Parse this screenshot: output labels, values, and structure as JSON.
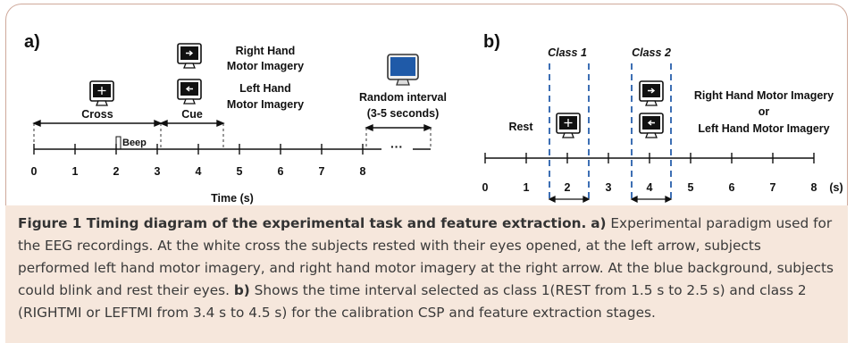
{
  "panel_a": {
    "label": "a)",
    "events": {
      "right_hand": "Right Hand\nMotor Imagery",
      "left_hand": "Left Hand\nMotor Imagery",
      "random_interval": "Random interval\n(3-5 seconds)",
      "cross": "Cross",
      "cue": "Cue",
      "beep": "Beep",
      "ellipsis": "···"
    },
    "ticks": [
      "0",
      "1",
      "2",
      "3",
      "4",
      "5",
      "6",
      "7",
      "8"
    ],
    "xlabel": "Time (s)"
  },
  "panel_b": {
    "label": "b)",
    "class1": "Class 1",
    "class2": "Class 2",
    "rest": "Rest",
    "right_or_left": "Right Hand Motor Imagery\nor\nLeft Hand Motor Imagery",
    "ticks": [
      "0",
      "1",
      "2",
      "3",
      "4",
      "5",
      "6",
      "7",
      "8"
    ],
    "unit": "(s)",
    "window1": "1s",
    "window2": "1s"
  },
  "caption": {
    "title": "Figure 1 Timing diagram of the experimental task and feature extraction.",
    "a_label": "a)",
    "a_text": "Experimental paradigm used for the EEG recordings. At the white cross the subjects rested with their eyes opened, at the left arrow, subjects performed left hand motor imagery, and right hand motor imagery at the right arrow. At the blue background, subjects could blink and rest their eyes.",
    "b_label": "b)",
    "b_text": "Shows the time interval selected as class 1(REST from 1.5 s to 2.5 s) and class 2 (RIGHTMI or LEFTMI from 3.4 s to 4.5 s) for the calibration CSP and feature extraction stages."
  },
  "icons": {
    "monitor_cross": "monitor-cross-icon",
    "monitor_right": "monitor-right-arrow-icon",
    "monitor_left": "monitor-left-arrow-icon",
    "monitor_blue": "monitor-blue-screen-icon"
  },
  "colors": {
    "frame": "#cfa99b",
    "caption_bg": "#f6e7dc",
    "class_dash": "#3d6fb4",
    "blue_screen": "#1f5aa8"
  }
}
